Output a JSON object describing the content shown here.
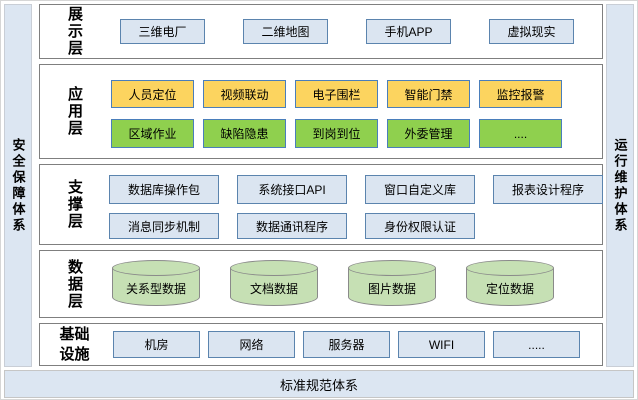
{
  "side_bars": {
    "left": "安全保障体系",
    "right": "运行维护体系",
    "bottom": "标准规范体系"
  },
  "layers": [
    {
      "label": "展示层",
      "rows": [
        {
          "style": "blue",
          "items": [
            "三维电厂",
            "二维地图",
            "手机APP",
            "虚拟现实"
          ]
        }
      ]
    },
    {
      "label": "应用层",
      "rows": [
        {
          "style": "yellow",
          "items": [
            "人员定位",
            "视频联动",
            "电子围栏",
            "智能门禁",
            "监控报警"
          ]
        },
        {
          "style": "green",
          "items": [
            "区域作业",
            "缺陷隐患",
            "到岗到位",
            "外委管理",
            "...."
          ]
        }
      ]
    },
    {
      "label": "支撑层",
      "rows": [
        {
          "style": "blue",
          "items": [
            "数据库操作包",
            "系统接口API",
            "窗口自定义库",
            "报表设计程序"
          ]
        },
        {
          "style": "blue",
          "items": [
            "消息同步机制",
            "数据通讯程序",
            "身份权限认证"
          ]
        }
      ]
    },
    {
      "label": "数据层",
      "rows": [
        {
          "style": "cylinder",
          "items": [
            "关系型数据",
            "文档数据",
            "图片数据",
            "定位数据"
          ]
        }
      ]
    },
    {
      "label": "基础设施",
      "rows": [
        {
          "style": "blue",
          "items": [
            "机房",
            "网络",
            "服务器",
            "WIFI",
            "....."
          ]
        }
      ]
    }
  ],
  "colors": {
    "bar_fill": "#dce6f2",
    "layer_border": "#7f7f7f",
    "blue_box_fill": "#dbe5f1",
    "blue_box_border": "#5b84ae",
    "yellow_box_fill": "#fcd45f",
    "green_box_fill": "#8fd04e",
    "accent_border": "#4a7ebb",
    "cylinder_fill": "#c6e0b4",
    "cylinder_border": "#8a8a8a"
  }
}
